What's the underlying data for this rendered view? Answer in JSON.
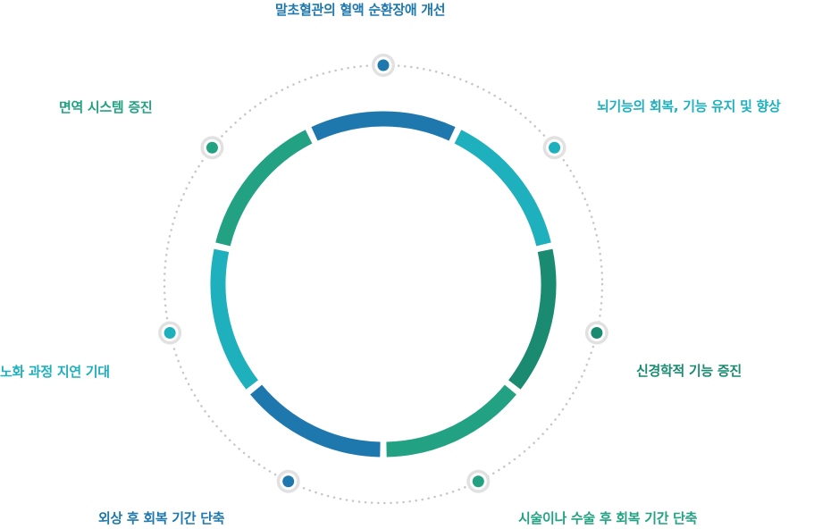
{
  "colors": {
    "blue": "#1f78ad",
    "cyan": "#1fb0bd",
    "dark_green": "#1a8a70",
    "green": "#23a283",
    "dot_ring": "#e1e1e1",
    "dotted_line": "#c6c6c6"
  },
  "benefits": [
    {
      "label": "말초혈관의 혈액 순환장애 개선",
      "color": "#1f78ad"
    },
    {
      "label": "뇌기능의 회복, 기능 유지 및 향상",
      "color": "#1fb0bd"
    },
    {
      "label": "신경학적 기능 증진",
      "color": "#1a8a70"
    },
    {
      "label": "시술이나 수술 후 회복 기간 단축",
      "color": "#23a283"
    },
    {
      "label": "외상 후 회복 기간 단축",
      "color": "#1f78ad"
    },
    {
      "label": "노화 과정 지연 기대",
      "color": "#1fb0bd"
    },
    {
      "label": "면역 시스템 증진",
      "color": "#23a283"
    }
  ],
  "ring_segments": [
    {
      "color": "#1f78ad"
    },
    {
      "color": "#1fb0bd"
    },
    {
      "color": "#1a8a70"
    },
    {
      "color": "#23a283"
    },
    {
      "color": "#1f78ad"
    },
    {
      "color": "#1fb0bd"
    },
    {
      "color": "#23a283"
    }
  ]
}
